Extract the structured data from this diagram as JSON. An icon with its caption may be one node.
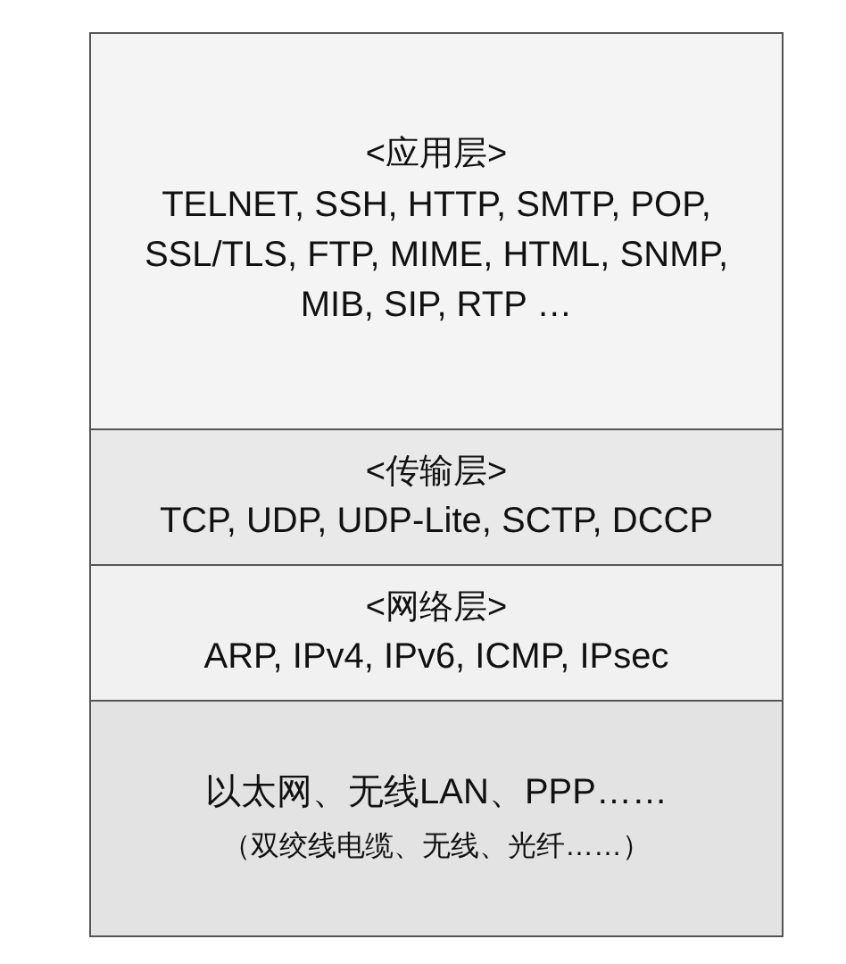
{
  "diagram": {
    "nodes": [
      {
        "text": [
          "<应用层>",
          "TELNET, SSH, HTTP, SMTP, POP, SSL/TLS, FTP, MIME, HTML, SNMP, MIB, SIP, RTP …"
        ]
      },
      {
        "text": [
          "<传输层>",
          "TCP, UDP, UDP-Lite, SCTP, DCCP"
        ]
      },
      {
        "text": [
          "<网络层>",
          "ARP, IPv4, IPv6, ICMP, IPsec"
        ]
      },
      {
        "text": [
          "以太网、无线LAN、PPP……",
          "（双绞线电缆、无线、光纤……）"
        ]
      }
    ]
  }
}
